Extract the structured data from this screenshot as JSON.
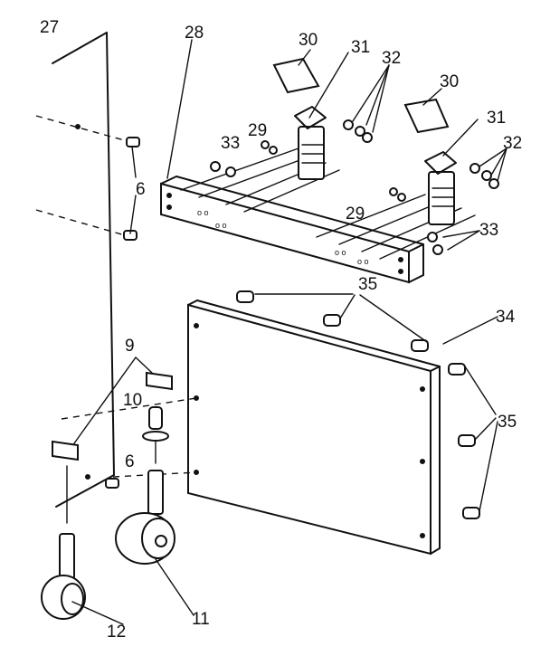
{
  "labels": {
    "p27": "27",
    "p28": "28",
    "p30a": "30",
    "p31a": "31",
    "p32a": "32",
    "p33a": "33",
    "p29a": "29",
    "p30b": "30",
    "p31b": "31",
    "p32b": "32",
    "p29b": "29",
    "p33b": "33",
    "p6a": "6",
    "p35a": "35",
    "p34": "34",
    "p9": "9",
    "p10": "10",
    "p6b": "6",
    "p35b": "35",
    "p11": "11",
    "p12": "12"
  }
}
